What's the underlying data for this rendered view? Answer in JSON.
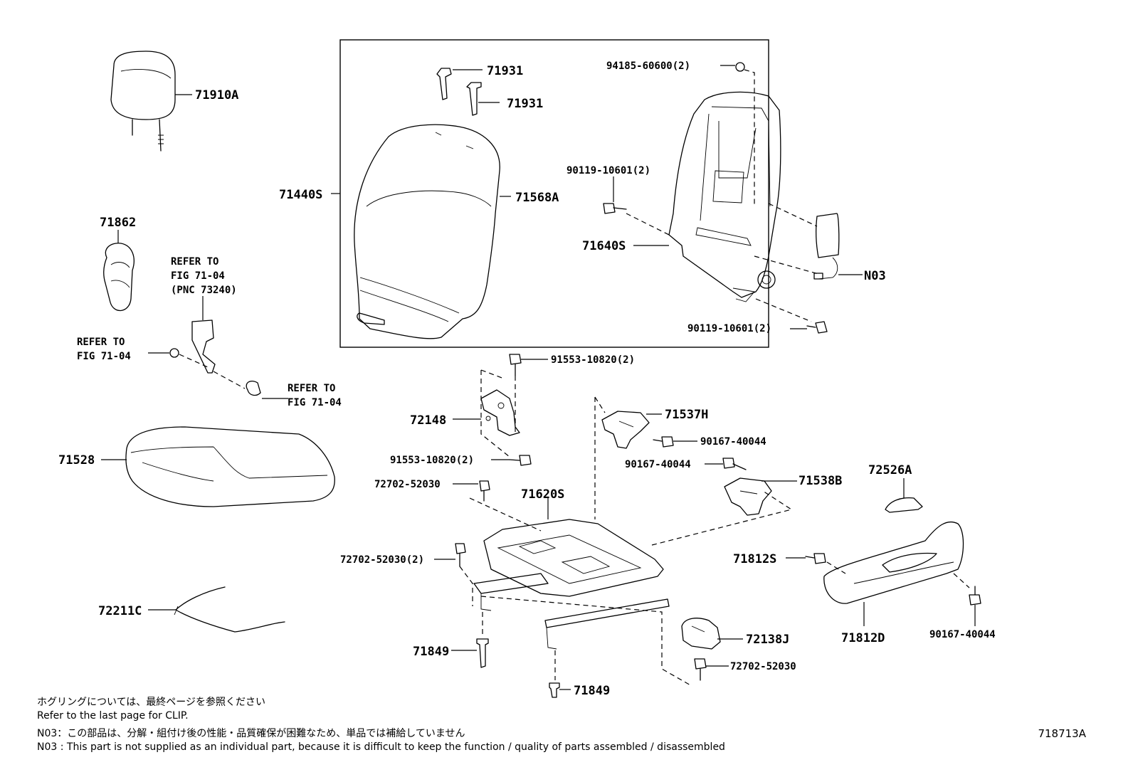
{
  "diagram": {
    "labels": {
      "p71910A": "71910A",
      "p71862": "71862",
      "ref_pnc_1": "REFER TO",
      "ref_pnc_2": "FIG 71-04",
      "ref_pnc_3": "(PNC 73240)",
      "ref_left_1": "REFER TO",
      "ref_left_2": "FIG 71-04",
      "ref_right_1": "REFER TO",
      "ref_right_2": "FIG 71-04",
      "p71528": "71528",
      "p72211C": "72211C",
      "p71440S": "71440S",
      "p71931a": "71931",
      "p71931b": "71931",
      "p71568A": "71568A",
      "p94185": "94185-60600(2)",
      "p90119a": "90119-10601(2)",
      "p71640S": "71640S",
      "pN03": "N03",
      "p90119b": "90119-10601(2)",
      "p91553a": "91553-10820(2)",
      "p72148": "72148",
      "p91553b": "91553-10820(2)",
      "p72702a": "72702-52030",
      "p71620S": "71620S",
      "p72702b": "72702-52030(2)",
      "p71849a": "71849",
      "p71849b": "71849",
      "p71537H": "71537H",
      "p90167a": "90167-40044",
      "p90167b": "90167-40044",
      "p71538B": "71538B",
      "p72526A": "72526A",
      "p71812S": "71812S",
      "p71812D": "71812D",
      "p90167c": "90167-40044",
      "p72138J": "72138J",
      "p72702c": "72702-52030"
    }
  },
  "notes": {
    "line1": "ホグリングについては、最終ページを参照ください",
    "line2": "Refer to the last page for CLIP.",
    "line3": "N03：この部品は、分解・組付け後の性能・品質確保が困難なため、単品では補給していません",
    "line4": "N03 : This part is not supplied as an individual part, because it is difficult to keep the function / quality of parts assembled / disassembled"
  },
  "figure_code": "718713A"
}
